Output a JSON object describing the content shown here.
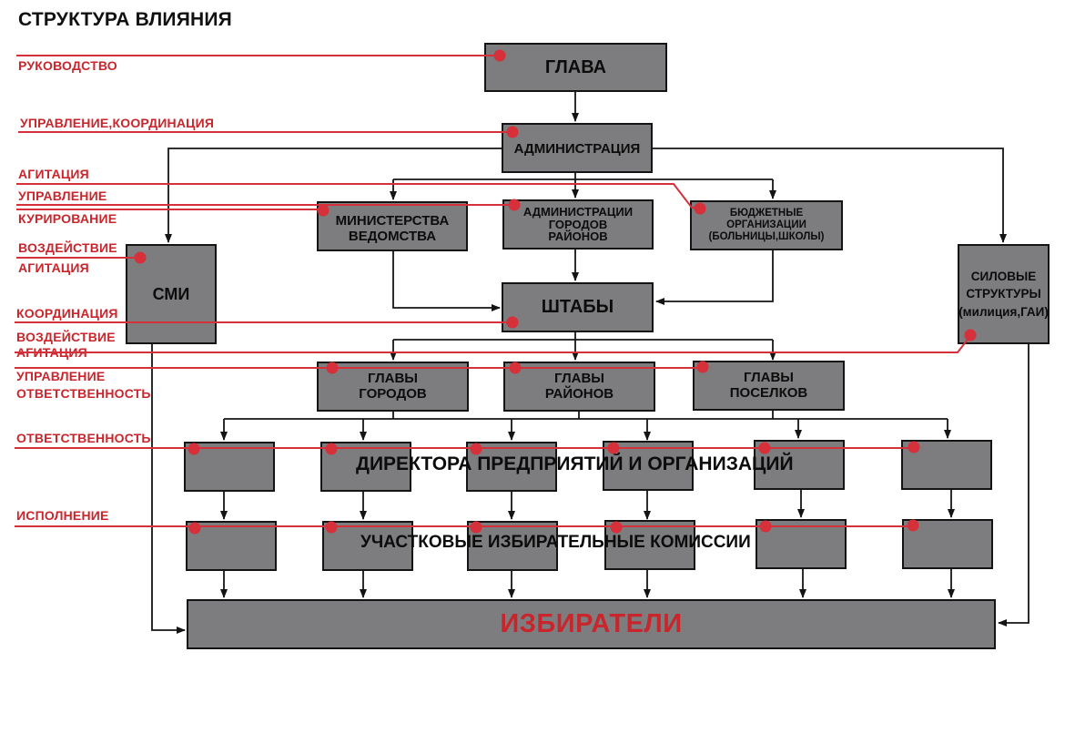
{
  "title": "СТРУКТУРА ВЛИЯНИЯ",
  "colors": {
    "box": "#7d7d7f",
    "accent": "#d6303a",
    "label": "#c8262c",
    "voters_text": "#c8262c"
  },
  "labels": {
    "rukovodstvo": "РУКОВОДСТВО",
    "upravlenie_koordinaciya": "УПРАВЛЕНИЕ,КООРДИНАЦИЯ",
    "agitaciya_1": "АГИТАЦИЯ",
    "upravlenie": "УПРАВЛЕНИЕ",
    "kurirovanie": "КУРИРОВАНИЕ",
    "vozdeystvie_1": "ВОЗДЕЙСТВИЕ",
    "agitaciya_2": "АГИТАЦИЯ",
    "koordinaciya": "КООРДИНАЦИЯ",
    "vozdeystvie_2": "ВОЗДЕЙСТВИЕ",
    "agitaciya_3": "АГИТАЦИЯ",
    "upravlenie_2": "УПРАВЛЕНИЕ",
    "otvetstvennost_1": "ОТВЕТСТВЕННОСТЬ",
    "otvetstvennost_2": "ОТВЕТСТВЕННОСТЬ",
    "ispolnenie": "ИСПОЛНЕНИЕ"
  },
  "boxes": {
    "glava": "ГЛАВА",
    "administraciya": "АДМИНИСТРАЦИЯ",
    "ministerstva": "МИНИСТЕРСТВА\nВЕДОМСТВА",
    "admin_gorodov": "АДМИНИСТРАЦИИ\nГОРОДОВ\nРАЙОНОВ",
    "byudzhetnye": "БЮДЖЕТНЫЕ\nОРГАНИЗАЦИИ\n(БОЛЬНИЦЫ,ШКОЛЫ)",
    "smi": "СМИ",
    "shtaby": "ШТАБЫ",
    "silovye": "СИЛОВЫЕ\nСТРУКТУРЫ\n(милиция,ГАИ)",
    "glavy_gorodov": "ГЛАВЫ\nГОРОДОВ",
    "glavy_rayonov": "ГЛАВЫ\nРАЙОНОВ",
    "glavy_poselkov": "ГЛАВЫ\nПОСЕЛКОВ",
    "izbirateli": "ИЗБИРАТЕЛИ"
  },
  "row_labels": {
    "direktora": "ДИРЕКТОРА ПРЕДПРИЯТИЙ И ОРГАНИЗАЦИЙ",
    "komissii": "УЧАСТКОВЫЕ ИЗБИРАТЕЛЬНЫЕ КОМИССИИ"
  }
}
